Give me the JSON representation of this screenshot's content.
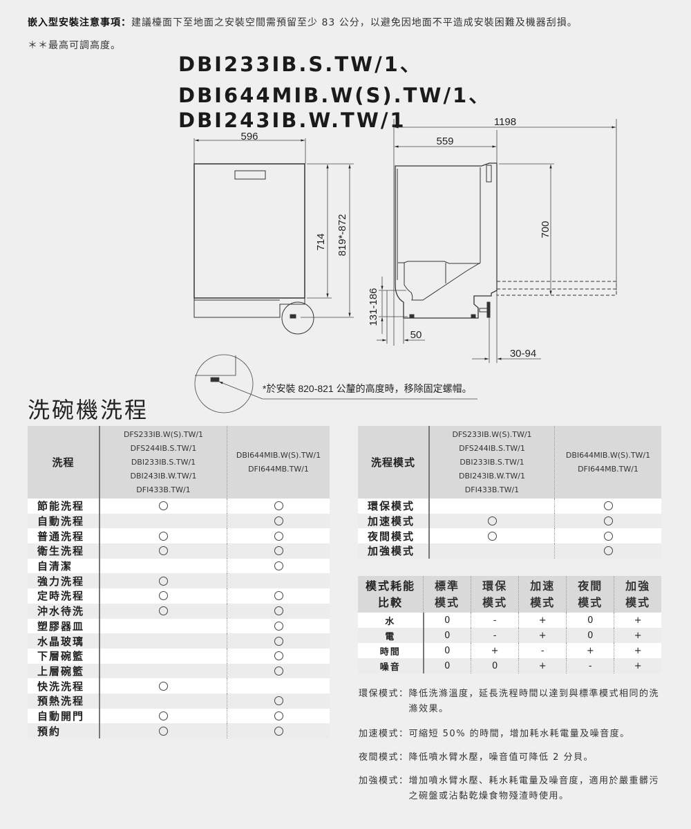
{
  "notes": {
    "install_label": "嵌入型安裝注意事項：",
    "install_text": "建議檯面下至地面之安裝空間需預留至少 83 公分，以避免因地面不平造成安裝困難及機器刮損。",
    "asterisk_note": "＊＊最高可調高度。"
  },
  "models": {
    "line1": "DBI233IB.S.TW/1、",
    "line2": "DBI644MIB.W(S).TW/1、DBI243IB.W.TW/1"
  },
  "diagram": {
    "width_front": "596",
    "height_714": "714",
    "height_total": "819*-872",
    "depth_559": "559",
    "depth_1198": "1198",
    "height_700": "700",
    "plinth": "131-186",
    "offset_50": "50",
    "offset_30_94": "30-94",
    "footnote": "*於安裝 820-821 公釐的高度時，移除固定螺帽。"
  },
  "section_title": "洗碗機洗程",
  "program_table": {
    "header": "洗程",
    "col1": [
      "DFS233IB.W(S).TW/1",
      "DFS244IB.S.TW/1",
      "DBI233IB.S.TW/1",
      "DBI243IB.W.TW/1",
      "DFI433B.TW/1"
    ],
    "col2": [
      "DBI644MIB.W(S).TW/1",
      "DFI644MB.TW/1"
    ],
    "rows": [
      {
        "name": "節能洗程",
        "a": true,
        "b": true
      },
      {
        "name": "自動洗程",
        "a": false,
        "b": true
      },
      {
        "name": "普通洗程",
        "a": true,
        "b": true
      },
      {
        "name": "衛生洗程",
        "a": true,
        "b": true
      },
      {
        "name": "自清潔",
        "a": false,
        "b": true
      },
      {
        "name": "強力洗程",
        "a": true,
        "b": false
      },
      {
        "name": "定時洗程",
        "a": true,
        "b": true
      },
      {
        "name": "沖水待洗",
        "a": true,
        "b": true
      },
      {
        "name": "塑膠器皿",
        "a": false,
        "b": true
      },
      {
        "name": "水晶玻璃",
        "a": false,
        "b": true
      },
      {
        "name": "下層碗籃",
        "a": false,
        "b": true
      },
      {
        "name": "上層碗籃",
        "a": false,
        "b": true
      },
      {
        "name": "快洗洗程",
        "a": true,
        "b": false
      },
      {
        "name": "預熱洗程",
        "a": false,
        "b": true
      },
      {
        "name": "自動開門",
        "a": true,
        "b": true
      },
      {
        "name": "預約",
        "a": true,
        "b": true
      }
    ]
  },
  "mode_table": {
    "header": "洗程模式",
    "col1": [
      "DFS233IB.W(S).TW/1",
      "DFS244IB.S.TW/1",
      "DBI233IB.S.TW/1",
      "DBI243IB.W.TW/1",
      "DFI433B.TW/1"
    ],
    "col2": [
      "DBI644MIB.W(S).TW/1",
      "DFI644MB.TW/1"
    ],
    "rows": [
      {
        "name": "環保模式",
        "a": false,
        "b": true
      },
      {
        "name": "加速模式",
        "a": true,
        "b": true
      },
      {
        "name": "夜間模式",
        "a": true,
        "b": true
      },
      {
        "name": "加強模式",
        "a": false,
        "b": true
      }
    ]
  },
  "compare_table": {
    "header": [
      "模式耗能\n比較",
      "標準\n模式",
      "環保\n模式",
      "加速\n模式",
      "夜間\n模式",
      "加強\n模式"
    ],
    "rows": [
      [
        "水",
        "0",
        "-",
        "+",
        "0",
        "+"
      ],
      [
        "電",
        "0",
        "-",
        "+",
        "0",
        "+"
      ],
      [
        "時間",
        "0",
        "+",
        "-",
        "+",
        "+"
      ],
      [
        "噪音",
        "0",
        "0",
        "+",
        "-",
        "+"
      ]
    ]
  },
  "descriptions": [
    {
      "k": "環保模式：",
      "v": "降低洗滌溫度，延長洗程時間以達到與標準模式相同的洗滌效果。"
    },
    {
      "k": "加速模式：",
      "v": "可縮短 50% 的時間，增加耗水耗電量及噪音度。"
    },
    {
      "k": "夜間模式：",
      "v": "降低噴水臂水壓，噪音值可降低 2 分貝。"
    },
    {
      "k": "加強模式：",
      "v": "增加噴水臂水壓、耗水耗電量及噪音度，適用於嚴重髒污之碗盤或沾黏乾燥食物殘渣時使用。"
    }
  ]
}
